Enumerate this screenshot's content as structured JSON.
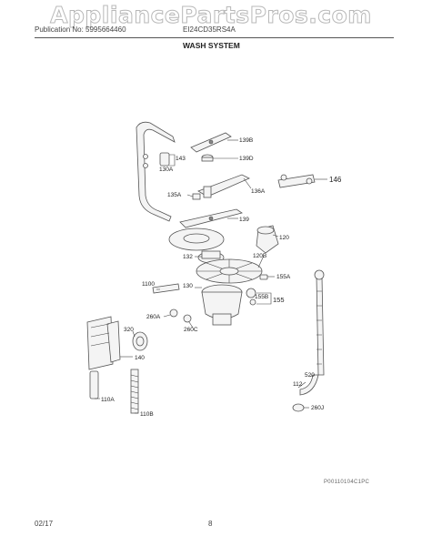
{
  "header": {
    "watermark": "AppliancePartsPros.com",
    "publication": "Publication No: 5995664460",
    "model": "EI24CD35RS4A",
    "section": "WASH SYSTEM"
  },
  "footer": {
    "date": "02/17",
    "page": "8",
    "doc_id": "P00110104C1PC"
  },
  "callouts": {
    "c139B": "139B",
    "c139D": "139D",
    "c143": "143",
    "c130A": "130A",
    "c146": "146",
    "c135A": "135A",
    "c136A": "136A",
    "c139": "139",
    "c120": "120",
    "c132": "132",
    "c120B": "120B",
    "c155A": "155A",
    "c1100": "1100",
    "c130": "130",
    "c155B": "155B",
    "c155": "155",
    "c260A": "260A",
    "c260C": "260C",
    "c320": "320",
    "c140": "140",
    "c520": "520",
    "c112": "112",
    "c260J": "260J",
    "c110A": "110A",
    "c110B": "110B"
  }
}
